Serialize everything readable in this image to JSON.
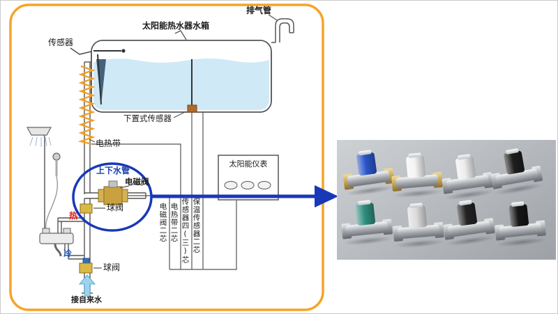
{
  "colors": {
    "border": "#f5a428",
    "highlight": "#1838b8",
    "water": "#cfe9f6",
    "hot": "#e02020",
    "cold": "#1a58d8",
    "pipe_label": "#1a3fae"
  },
  "labels": {
    "exhaust_pipe": "排气管",
    "tank": "太阳能热水器水箱",
    "sensor": "传感器",
    "bottom_sensor": "下置式传感器",
    "heating_tape": "电热带",
    "water_pipe": "上下水管",
    "solenoid_valve": "电磁阀",
    "ball_valve_top": "球阀",
    "ball_valve_bottom": "球阀",
    "hot": "热",
    "cold": "冷",
    "tap_water": "接自来水",
    "controller": "太阳能仪表"
  },
  "wires": [
    {
      "label": "电磁阀二芯"
    },
    {
      "label": "电热带二芯"
    },
    {
      "label": "传感器四(三)芯"
    },
    {
      "label": "保温传感器二芯"
    }
  ],
  "photo": {
    "valves": [
      {
        "coil": "#2b55c8"
      },
      {
        "coil": "#f4f4f4"
      },
      {
        "coil": "#ededed"
      },
      {
        "coil": "#1e1e1e"
      },
      {
        "coil": "#2f8d7e"
      },
      {
        "coil": "#dcdcdc"
      },
      {
        "coil": "#232323"
      },
      {
        "coil": "#161616"
      }
    ]
  }
}
